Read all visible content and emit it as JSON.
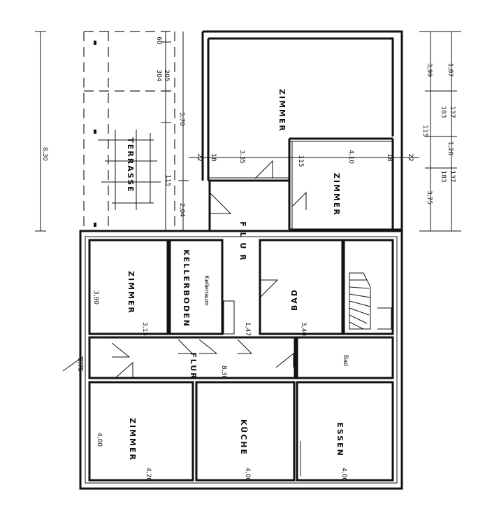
{
  "rooms": {
    "zimmer_top": "ZIMMER",
    "zimmer_right": "ZIMMER",
    "terrasse": "TERRASSE",
    "zimmer_mid_left": "ZIMMER",
    "kellerboden": "KELLERBODEN",
    "kellerraum": "Kellerraum",
    "flur_vertical": "F L U R",
    "bad_top": "BAD",
    "flur_horizontal": "FLUR",
    "bad": "Bad",
    "zimmer_bottom": "ZIMMER",
    "kueche": "KÜCHE",
    "essen": "ESSEN"
  },
  "dimensions": {
    "total_830": "8,30",
    "d60": "60",
    "d304": "304",
    "d205": "205",
    "d570": "5,70",
    "d115_left": "115",
    "d204": "2,04",
    "d22_left": "22",
    "d18_left": "18",
    "d335": "3,35",
    "d115_mid": "115",
    "d410": "4,10",
    "d18_right": "18",
    "d22_right": "22",
    "d399": "3,99",
    "d187": "1,87",
    "d183_top": "183",
    "d137_top": "137",
    "d115_right": "115",
    "d120": "1,20",
    "d183_bot": "183",
    "d137_bot": "137",
    "d375": "3,75",
    "d390": "3,90",
    "d315": "3,15",
    "d147": "1,47",
    "d340": "3,40",
    "d176": "1,76",
    "d830_flur": "8,30",
    "d400_left": "4,00",
    "d420": "4,20",
    "d400_kueche": "4,00",
    "d400_essen": "4,00"
  }
}
